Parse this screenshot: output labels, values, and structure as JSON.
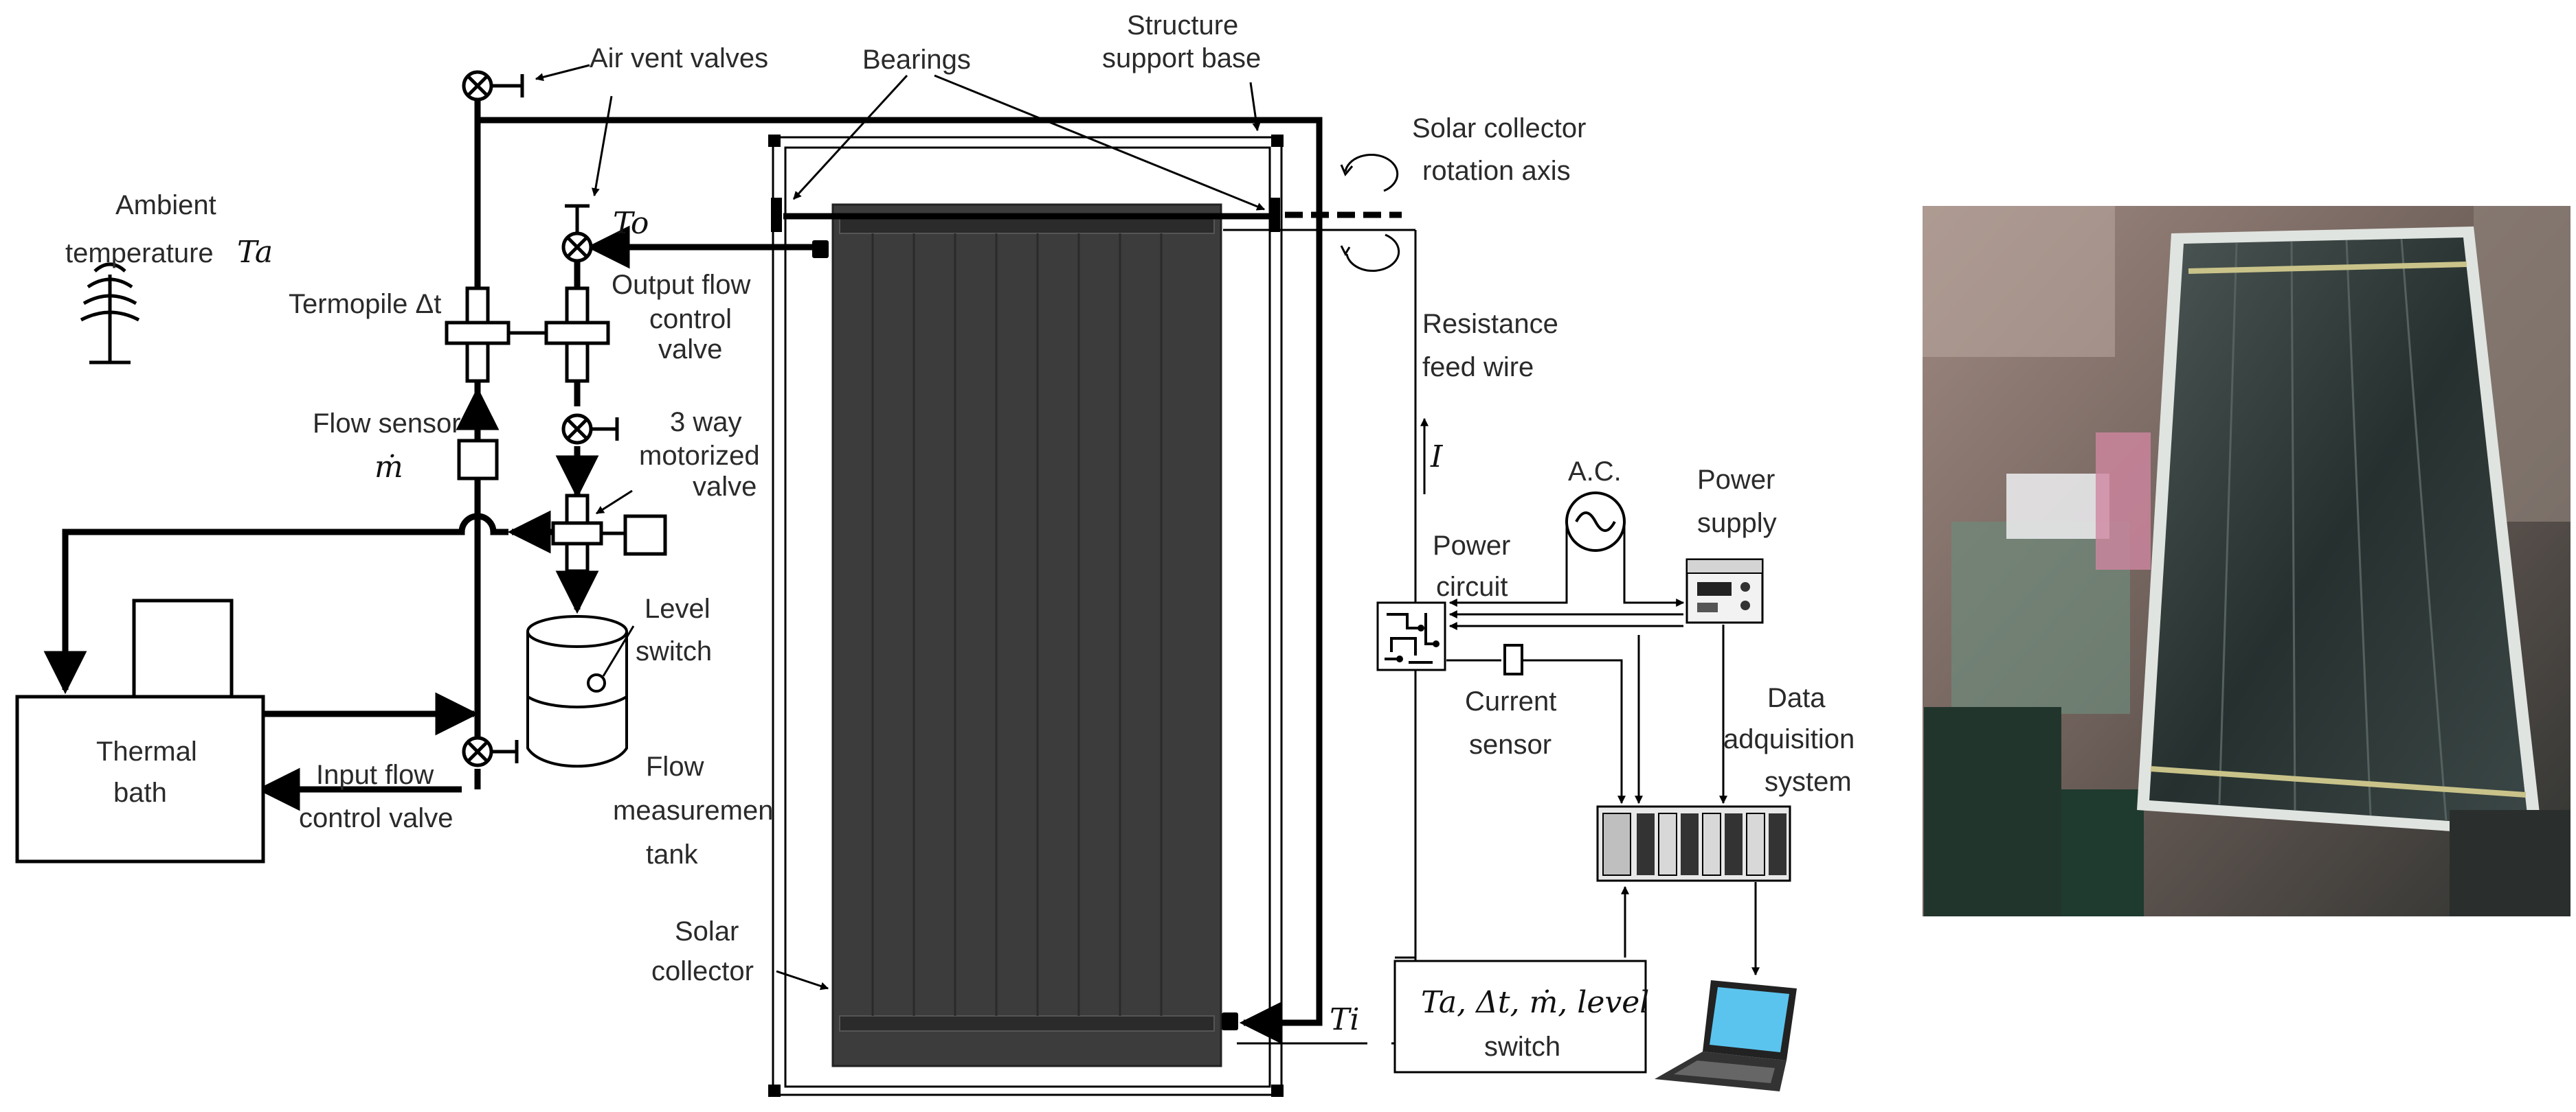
{
  "labels": {
    "air_vent_valves": "Air vent valves",
    "bearings": "Bearings",
    "structure_support_base_l1": "Structure",
    "structure_support_base_l2": "support base",
    "solar_collector_rotation_axis_l1": "Solar collector",
    "solar_collector_rotation_axis_l2": "rotation  axis",
    "ambient_temperature_l1": "Ambient",
    "ambient_temperature_l2": "temperature",
    "ambient_symbol": "Ta",
    "termopile": "Termopile Δt",
    "output_symbol": "To",
    "output_flow_control_valve_l1": "Output flow",
    "output_flow_control_valve_l2": "control",
    "output_flow_control_valve_l3": "valve",
    "resistance_feed_wire_l1": "Resistance",
    "resistance_feed_wire_l2": "feed wire",
    "current_symbol": "I",
    "flow_sensor": "Flow sensor",
    "flow_symbol": "ṁ",
    "three_way_valve_l1": "3 way",
    "three_way_valve_l2": "motorized",
    "three_way_valve_l3": "valve",
    "ac": "A.C.",
    "power_supply_l1": "Power",
    "power_supply_l2": "supply",
    "power_circuit_l1": "Power",
    "power_circuit_l2": "circuit",
    "level_switch_l1": "Level",
    "level_switch_l2": "switch",
    "current_sensor_l1": "Current",
    "current_sensor_l2": "sensor",
    "data_acquisition_l1": "Data",
    "data_acquisition_l2": "adquisition",
    "data_acquisition_l3": "system",
    "thermal_bath_l1": "Thermal",
    "thermal_bath_l2": "bath",
    "input_flow_control_valve_l1": "Input flow",
    "input_flow_control_valve_l2": "control valve",
    "flow_tank_l1": "Flow",
    "flow_tank_l2": "measuremen",
    "flow_tank_l3": "tank",
    "solar_collector_l1": "Solar",
    "solar_collector_l2": "collector",
    "input_symbol": "Ti",
    "measurements_l1": "Ta, Δt, ṁ, level",
    "measurements_l2": "switch"
  },
  "colors": {
    "collector_fill": "#3c3c3c",
    "collector_stripe": "#2b2b2b",
    "laptop_screen": "#5bc4ee",
    "photo_frame": "#d8dcd6",
    "photo_glass": "#2e3a3c"
  },
  "icons": [
    "valve-icon",
    "rotation-arrow-icon",
    "ac-source-icon",
    "weather-station-icon",
    "laptop-icon",
    "power-supply-icon",
    "daq-icon",
    "circuit-board-icon"
  ]
}
